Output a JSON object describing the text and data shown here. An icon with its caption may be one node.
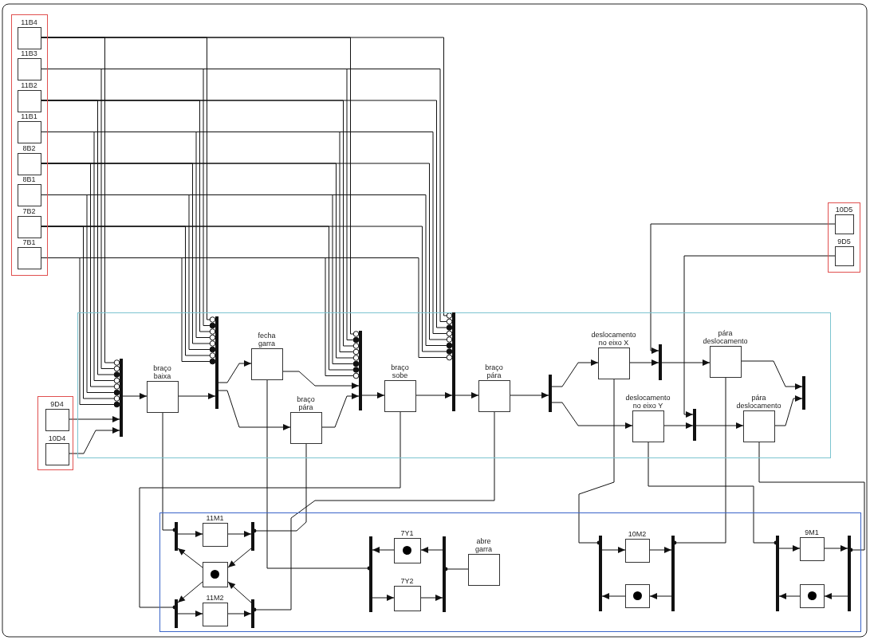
{
  "diagram": {
    "nodes": [
      {
        "text": [],
        "shape": "box"
      },
      {
        "text": [
          "11B4"
        ],
        "in": 0
      },
      {
        "text": [
          "11B3"
        ],
        "in": 0
      },
      {
        "text": [
          "11B2"
        ],
        "in": 0
      },
      {
        "text": [
          "11B1"
        ],
        "in": 0
      },
      {
        "text": [
          "8B2"
        ],
        "in": 0
      },
      {
        "text": [
          "8B1"
        ],
        "in": 0
      },
      {
        "text": [
          "7B2"
        ],
        "in": 0
      },
      {
        "text": [
          "7B1"
        ],
        "in": 0
      },
      {
        "text": [],
        "shape": "box"
      },
      {
        "text": [
          "10D5"
        ],
        "in": 9
      },
      {
        "text": [
          "9D5"
        ],
        "in": 9
      },
      {
        "text": [],
        "shape": "box"
      },
      {
        "text": [],
        "shape": "box"
      },
      {
        "text": [
          "9D4"
        ],
        "in": 13
      },
      {
        "text": [
          "10D4"
        ],
        "in": 13
      },
      {
        "text": [],
        "shape": "bar",
        "in": 12
      },
      {
        "text": [
          "braço baixa"
        ],
        "in": 12
      },
      {
        "text": [],
        "shape": "bar",
        "in": 12
      },
      {
        "text": [
          "fecha garra"
        ],
        "in": 12
      },
      {
        "text": [
          "braço pára"
        ],
        "in": 12
      },
      {
        "text": [],
        "shape": "bar",
        "in": 12
      },
      {
        "text": [
          "braço sobe"
        ],
        "in": 12
      },
      {
        "text": [],
        "shape": "bar",
        "in": 12
      },
      {
        "text": [
          "braço pára"
        ],
        "in": 12
      },
      {
        "text": [],
        "shape": "bar",
        "in": 12
      },
      {
        "text": [
          "deslocamento no eixo X"
        ],
        "in": 12
      },
      {
        "text": [],
        "shape": "bar",
        "in": 12
      },
      {
        "text": [
          "pára deslocamento"
        ],
        "in": 12
      },
      {
        "text": [
          "deslocamento no eixo Y"
        ],
        "in": 12
      },
      {
        "text": [],
        "shape": "bar",
        "in": 12
      },
      {
        "text": [
          "pára deslocamento"
        ],
        "in": 12
      },
      {
        "text": [],
        "shape": "bar",
        "in": 12
      },
      {
        "text": [],
        "shape": "box"
      },
      {
        "text": [],
        "shape": "bar",
        "in": 33
      },
      {
        "text": [
          "11M1"
        ],
        "in": 33
      },
      {
        "text": [],
        "shape": "bar",
        "in": 33
      },
      {
        "text": [],
        "shape": "box",
        "in": 33
      },
      {
        "text": [],
        "shape": "bar",
        "in": 33
      },
      {
        "text": [
          "11M2"
        ],
        "in": 33
      },
      {
        "text": [],
        "shape": "bar",
        "in": 33
      },
      {
        "text": [],
        "shape": "bar",
        "in": 33
      },
      {
        "text": [
          "7Y1"
        ],
        "in": 33
      },
      {
        "text": [
          "7Y2"
        ],
        "in": 33
      },
      {
        "text": [],
        "shape": "bar",
        "in": 33
      },
      {
        "text": [
          "abre garra"
        ],
        "in": 33
      },
      {
        "text": [],
        "shape": "bar",
        "in": 33
      },
      {
        "text": [
          "10M2"
        ],
        "in": 33
      },
      {
        "text": [],
        "shape": "bar",
        "in": 33
      },
      {
        "text": [],
        "shape": "box",
        "in": 33
      },
      {
        "text": [],
        "shape": "bar",
        "in": 33
      },
      {
        "text": [
          "9M1"
        ],
        "in": 33
      },
      {
        "text": [],
        "shape": "bar",
        "in": 33
      },
      {
        "text": [],
        "shape": "box",
        "in": 33
      }
    ],
    "edges": [
      {
        "from": 1,
        "to": 16,
        "arrow": "other"
      },
      {
        "from": 1,
        "to": 18,
        "arrow": "other"
      },
      {
        "from": 1,
        "to": 21,
        "arrow": "other"
      },
      {
        "from": 1,
        "to": 23,
        "arrow": "other"
      },
      {
        "from": 2,
        "to": 16,
        "arrow": "other"
      },
      {
        "from": 2,
        "to": 18,
        "arrow": "other"
      },
      {
        "from": 2,
        "to": 21,
        "arrow": "other"
      },
      {
        "from": 2,
        "to": 23,
        "arrow": "other"
      },
      {
        "from": 3,
        "to": 16,
        "arrow": "other"
      },
      {
        "from": 3,
        "to": 18,
        "arrow": "other"
      },
      {
        "from": 3,
        "to": 21,
        "arrow": "other"
      },
      {
        "from": 3,
        "to": 23,
        "arrow": "other"
      },
      {
        "from": 4,
        "to": 16,
        "arrow": "other"
      },
      {
        "from": 4,
        "to": 18,
        "arrow": "other"
      },
      {
        "from": 4,
        "to": 21,
        "arrow": "other"
      },
      {
        "from": 4,
        "to": 23,
        "arrow": "other"
      },
      {
        "from": 5,
        "to": 16,
        "arrow": "other"
      },
      {
        "from": 5,
        "to": 18,
        "arrow": "other"
      },
      {
        "from": 5,
        "to": 21,
        "arrow": "other"
      },
      {
        "from": 5,
        "to": 23,
        "arrow": "other"
      },
      {
        "from": 6,
        "to": 16,
        "arrow": "other"
      },
      {
        "from": 6,
        "to": 18,
        "arrow": "other"
      },
      {
        "from": 6,
        "to": 21,
        "arrow": "other"
      },
      {
        "from": 6,
        "to": 23,
        "arrow": "other"
      },
      {
        "from": 7,
        "to": 16,
        "arrow": "other"
      },
      {
        "from": 7,
        "to": 18,
        "arrow": "other"
      },
      {
        "from": 7,
        "to": 21,
        "arrow": "other"
      },
      {
        "from": 7,
        "to": 23,
        "arrow": "other"
      },
      {
        "from": 8,
        "to": 16,
        "arrow": "other"
      },
      {
        "from": 8,
        "to": 18,
        "arrow": "other"
      },
      {
        "from": 8,
        "to": 21,
        "arrow": "other"
      },
      {
        "from": 8,
        "to": 23,
        "arrow": "other"
      },
      {
        "from": 14,
        "to": 16,
        "arrow": "to"
      },
      {
        "from": 15,
        "to": 16,
        "arrow": "to"
      },
      {
        "from": 16,
        "to": 17,
        "arrow": "to"
      },
      {
        "from": 17,
        "to": 18,
        "arrow": "to"
      },
      {
        "from": 18,
        "to": 19,
        "arrow": "to"
      },
      {
        "from": 18,
        "to": 20,
        "arrow": "to"
      },
      {
        "from": 19,
        "to": 21,
        "arrow": "to"
      },
      {
        "from": 20,
        "to": 21,
        "arrow": "to"
      },
      {
        "from": 21,
        "to": 22,
        "arrow": "to"
      },
      {
        "from": 22,
        "to": 23,
        "arrow": "to"
      },
      {
        "from": 23,
        "to": 24,
        "arrow": "to"
      },
      {
        "from": 24,
        "to": 25,
        "arrow": "to"
      },
      {
        "from": 25,
        "to": 26,
        "arrow": "to"
      },
      {
        "from": 25,
        "to": 29,
        "arrow": "to"
      },
      {
        "from": 26,
        "to": 27,
        "arrow": "to"
      },
      {
        "from": 27,
        "to": 28,
        "arrow": "to"
      },
      {
        "from": 29,
        "to": 30,
        "arrow": "to"
      },
      {
        "from": 30,
        "to": 31,
        "arrow": "to"
      },
      {
        "from": 28,
        "to": 32,
        "arrow": "to"
      },
      {
        "from": 31,
        "to": 32,
        "arrow": "to"
      },
      {
        "from": 10,
        "to": 27,
        "arrow": "to"
      },
      {
        "from": 11,
        "to": 30,
        "arrow": "to"
      },
      {
        "from": 17,
        "to": 34,
        "arrow": "other"
      },
      {
        "from": 22,
        "to": 38,
        "arrow": "other"
      },
      {
        "from": 20,
        "to": 36,
        "arrow": "other"
      },
      {
        "from": 24,
        "to": 40,
        "arrow": "other"
      },
      {
        "from": 19,
        "to": 41,
        "arrow": "other"
      },
      {
        "from": 45,
        "to": 44,
        "arrow": "other"
      },
      {
        "from": 26,
        "to": 46,
        "arrow": "other"
      },
      {
        "from": 28,
        "to": 48,
        "arrow": "other"
      },
      {
        "from": 29,
        "to": 50,
        "arrow": "other"
      },
      {
        "from": 31,
        "to": 52,
        "arrow": "other"
      },
      {
        "from": 34,
        "to": 35,
        "arrow": "to"
      },
      {
        "from": 35,
        "to": 36,
        "arrow": "to"
      },
      {
        "from": 36,
        "to": 37,
        "arrow": "to"
      },
      {
        "from": 37,
        "to": 34,
        "arrow": "to"
      },
      {
        "from": 37,
        "to": 38,
        "arrow": "to"
      },
      {
        "from": 38,
        "to": 39,
        "arrow": "to"
      },
      {
        "from": 39,
        "to": 40,
        "arrow": "to"
      },
      {
        "from": 40,
        "to": 37,
        "arrow": "to"
      },
      {
        "from": 44,
        "to": 42,
        "arrow": "to"
      },
      {
        "from": 42,
        "to": 41,
        "arrow": "to"
      },
      {
        "from": 41,
        "to": 43,
        "arrow": "to"
      },
      {
        "from": 43,
        "to": 44,
        "arrow": "to"
      },
      {
        "from": 46,
        "to": 47,
        "arrow": "to"
      },
      {
        "from": 47,
        "to": 48,
        "arrow": "to"
      },
      {
        "from": 48,
        "to": 49,
        "arrow": "to"
      },
      {
        "from": 49,
        "to": 46,
        "arrow": "to"
      },
      {
        "from": 50,
        "to": 51,
        "arrow": "to"
      },
      {
        "from": 51,
        "to": 52,
        "arrow": "to"
      },
      {
        "from": 52,
        "to": 53,
        "arrow": "to"
      },
      {
        "from": 53,
        "to": 50,
        "arrow": "to"
      }
    ]
  }
}
